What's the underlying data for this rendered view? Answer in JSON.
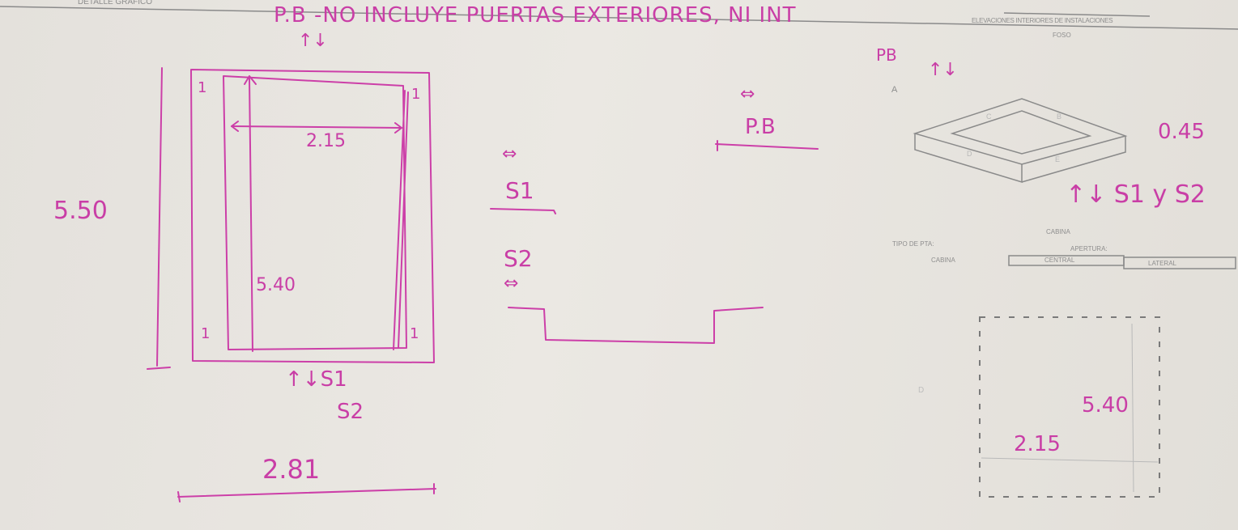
{
  "form": {
    "header_detail": "DETALLE GRAFICO",
    "header_elevations": "ELEVACIONES INTERIORES DE INSTALACIONES",
    "pit_label": "FOSO",
    "corner_a": "A",
    "corner_b": "B",
    "corner_c": "C",
    "corner_d": "D",
    "corner_e": "E",
    "cabin_title": "CABINA",
    "door_type_label": "TIPO DE PTA:",
    "cabin_label": "CABINA",
    "opening_label": "APERTURA:",
    "opening_option_1": "CENTRAL",
    "opening_option_2": "LATERAL",
    "plan_corner": "D"
  },
  "annotations": {
    "note_top": "P.B   -NO INCLUYE PUERTAS EXTERIORES, NI INT",
    "arrows_top": "↑↓",
    "width_inner": "2.15",
    "height_outer": "5.50",
    "height_inner": "5.40",
    "corner_mark": "1",
    "arrows_s": "↑↓S1",
    "s2_under": "S2",
    "width_outer": "2.81",
    "arrows_pb": "⇔",
    "pb_label": "P.B",
    "arrows_s1": "⇔",
    "s1_label": "S1",
    "s2_label": "S2",
    "arrows_s2": "⇔",
    "pb_right": "PB",
    "arrows_pb_right": "↑↓",
    "depth_value": "0.45",
    "s1_s2": "↑↓ S1 y S2",
    "plan_height": "5.40",
    "plan_width": "2.15"
  }
}
